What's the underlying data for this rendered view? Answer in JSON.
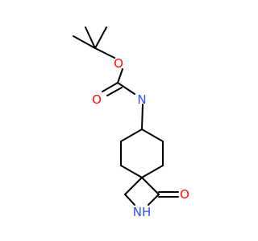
{
  "molecule": {
    "atoms": {
      "O_ester": {
        "label": "O",
        "color": "#ff0d0d"
      },
      "O_carbonyl": {
        "label": "O",
        "color": "#ff0d0d"
      },
      "N_carbamate": {
        "label": "N",
        "color": "#3050f8"
      },
      "O_lactam": {
        "label": "O",
        "color": "#ff0d0d"
      },
      "NH_lactam": {
        "label": "NH",
        "color": "#3050f8"
      }
    },
    "colors": {
      "bond": "#000000",
      "oxygen": "#ff0d0d",
      "nitrogen": "#3050f8",
      "background": "#ffffff"
    }
  }
}
